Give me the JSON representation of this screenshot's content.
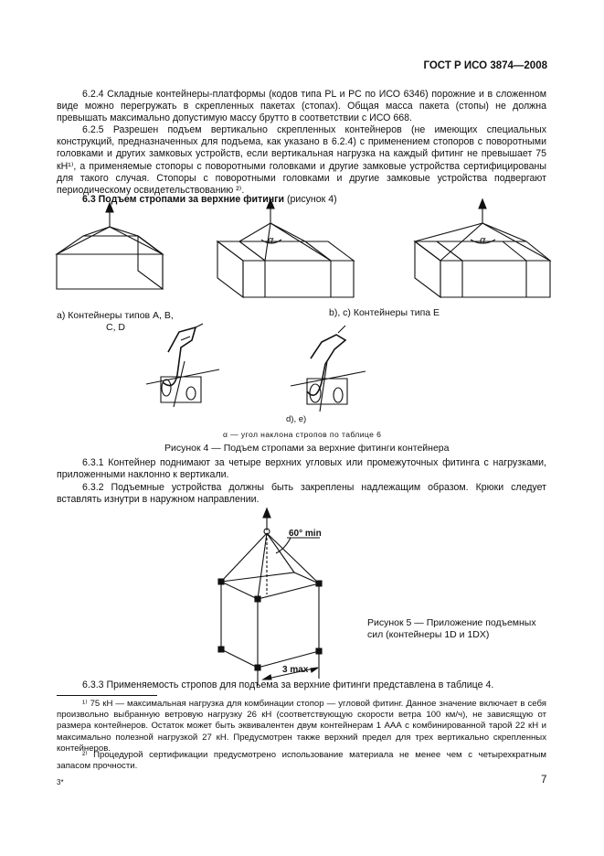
{
  "header": {
    "doc_id": "ГОСТ Р ИСО 3874—2008"
  },
  "paragraphs": {
    "p624": "6.2.4 Складные контейнеры-платформы (кодов типа PL и PC по ИСО 6346) порожние и в сложенном виде можно перегружать в скрепленных пакетах (стопах). Общая масса пакета (стопы) не должна превышать максимально допустимую массу брутто в соответствии с ИСО 668.",
    "p625": "6.2.5 Разрешен подъем вертикально скрепленных контейнеров (не имеющих специальных конструкций, предназначенных для подъема, как указано в 6.2.4) с применением стопоров с поворотными головками и других замковых устройств, если вертикальная нагрузка на каждый фитинг не превышает 75 кН¹⁾, а применяемые стопоры с поворотными головками и другие замковые устройства сертифицированы для такого случая. Стопоры с поворотными головками и другие замковые устройства подвергают периодическому освидетельствованию ²⁾.",
    "s63_title": "6.3 Подъем стропами за верхние фитинги",
    "s63_ref": " (рисунок 4)",
    "p631": "6.3.1 Контейнер поднимают за четыре верхних угловых или промежуточных фитинга с нагрузками, приложенными наклонно к вертикали.",
    "p632": "6.3.2 Подъемные устройства должны быть закреплены надлежащим образом. Крюки следует вставлять изнутри в наружном направлении.",
    "p633": "6.3.3 Применяемость стропов для подъема за верхние фитинги представлена в таблице 4."
  },
  "figure4": {
    "label_a_line1": "a) Контейнеры типов A, B,",
    "label_a_line2": "C, D",
    "label_bc": "b), c) Контейнеры типа E",
    "label_de": "d), e)",
    "alpha_symbol_b": "α",
    "alpha_symbol_c": "α",
    "legend": "α — угол наклона стропов по таблице 6",
    "caption": "Рисунок 4 — Подъем стропами за верхние фитинги контейнера"
  },
  "figure5": {
    "angle_label": "60° min",
    "dim_label": "3 max",
    "caption_line1": "Рисунок 5 — Приложение подъемных",
    "caption_line2": "сил (контейнеры 1D и 1DX)"
  },
  "footnotes": {
    "fn1": "¹⁾ 75 кН — максимальная нагрузка для комбинации стопор — угловой фитинг. Данное значение включает в себя произвольно выбранную ветровую нагрузку 26 кН (соответствующую скорости ветра 100 км/ч), не зависящую от размера контейнеров. Остаток может быть эквивалентен двум контейнерам 1 ААА с комбинированной тарой 22 кН и максимально полезной нагрузкой 27 кН. Предусмотрен также верхний предел для трех вертикально скрепленных контейнеров.",
    "fn2": "²⁾ Процедурой сертификации предусмотрено использование материала не менее чем с четырехкратным запасом прочности."
  },
  "footer": {
    "sheet_mark": "3*",
    "page_number": "7"
  }
}
